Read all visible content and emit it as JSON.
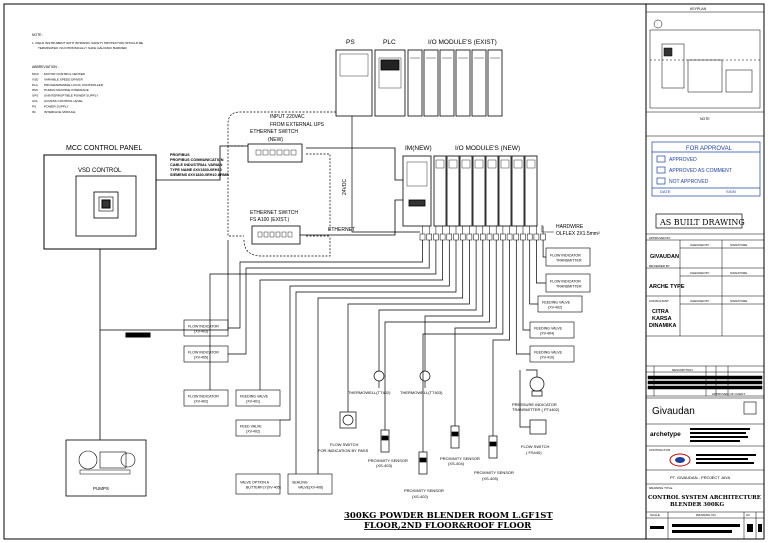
{
  "notes": {
    "header": "NOTE :",
    "item": "1.    FIELD INSTRUMENT WITH INTRINSIC SAFETY PROTECTION SHOULD BE",
    "item_cont": "TERMINATED VIA INTRINSICALLY SAFE GALVANIC BARRIER"
  },
  "abbreviation": {
    "header": "ABBREVIATION :",
    "items": [
      {
        "code": "MCC",
        "text": "MOTOR CONTROL CENTER"
      },
      {
        "code": "VSD",
        "text": "VARIABLE SPEED DRIVER"
      },
      {
        "code": "PLC",
        "text": "PROGRAMMABLE LOGIC CONTROLLER"
      },
      {
        "code": "HMI",
        "text": "HUMAN MACHINE INTERFACE"
      },
      {
        "code": "UPS",
        "text": "UNINTERRUPTIBLE POWER SUPPLY"
      },
      {
        "code": "ACL",
        "text": "ACCESS CONTROL LEVEL"
      },
      {
        "code": "PS",
        "text": "POWER SUPPLY"
      },
      {
        "code": "IM",
        "text": "INTERFACE MODULE"
      }
    ]
  },
  "labels": {
    "ps": "PS",
    "plc": "PLC",
    "io_exist": "I/O MODULE'S (EXIST)",
    "im_new": "IM(NEW)",
    "io_new": "I/O MODULE'S (NEW)",
    "input": "INPUT 220VAC",
    "from_ups": "FROM EXTERNAL UPS",
    "eth_switch_new": "ETHERNET SWITCH",
    "eth_switch_new_sub": "(NEW)",
    "eth_switch_exist": "ETHERNET SWITCH",
    "eth_switch_exist_sub": "FS A100 (EXIST.)",
    "ethernet": "ETHERNET",
    "vdc": "24VDC",
    "mcc_panel": "MCC CONTROL PANEL",
    "vsd_control": "VSD CONTROL",
    "profibus_1": "PROFIBUS",
    "profibus_2": "PROFIBUS COMMUNICATION",
    "profibus_3": "CABLE INDUSTRIAL VARIAN",
    "profibus_4": "TYPE NAME 6XV1830-0EH10",
    "profibus_5": "SIEMENS 6XV1830-0EH10 ARMB",
    "hardwire": "HARDWIRE",
    "olflex": "OLFLEX 2X1.5mm²",
    "cable_tag": "PROFIBUS",
    "pumps": "PUMPS"
  },
  "instruments": [
    {
      "line1": "FLOW INDICATOR",
      "line2": "TRANSMITTER"
    },
    {
      "line1": "FLOW INDICATOR",
      "line2": "TRANSMITTER"
    },
    {
      "line1": "FEEDING VALVE",
      "line2": "(XV-402)"
    },
    {
      "line1": "FEEDING VALVE",
      "line2": "(XV-404)"
    },
    {
      "line1": "FEEDING VALVE",
      "line2": "(XV-410)"
    },
    {
      "line1": "FLOW INDICATOR",
      "line2": "(XV-403)"
    },
    {
      "line1": "FLOW INDICATOR",
      "line2": "(XV-405)"
    },
    {
      "line1": "FLOW INDICATOR",
      "line2": "(XV-402)"
    },
    {
      "line1": "FEEDING VALVE",
      "line2": "(XV-401)"
    },
    {
      "line1": "FEED VALVE",
      "line2": "(XV-402)"
    },
    {
      "line1": "VALVE OPTION A",
      "line2": "BUTTERFLY(XV-405)"
    },
    {
      "line1": "SEALING",
      "line2": "VALVE(XV-406)"
    }
  ],
  "field": {
    "thermo1": "THERMOWELL(TT402)",
    "thermo2": "THERMOWELL(TT403)",
    "pressure1": "PRESSURE INDICATOR",
    "pressure2": "TRANSMITTER ( PT4402)",
    "flow_switch1": "FLOW SWITCH",
    "flow_switch2": "FOR INDICATION BY PASS",
    "prox1a": "PROXIMITY SENSOR",
    "prox1b": "(XS-403)",
    "prox2a": "PROXIMITY SENSOR",
    "prox2b": "(XS-404)",
    "prox3a": "PROXIMITY SENSOR",
    "prox3b": "(XS-405)",
    "prox4a": "PROXIMITY SENSOR",
    "prox4b": "(XS-402)",
    "fs_right1": "FLOW SWITCH",
    "fs_right2": "( FS440)"
  },
  "title": {
    "line1": "300KG POWDER BLENDER ROOM L.GF1ST",
    "line2": "FLOOR,2ND FLOOR&ROOF FLOOR"
  },
  "titleblock": {
    "keyplan": "KEYPLAN",
    "note": "NOTE",
    "approval_title": "FOR APPROVAL",
    "approved": "APPROVED",
    "approved_comment": "APPROVED AS COMMENT",
    "not_approved": "NOT APPROVED",
    "date": "DATE",
    "sign": "SIGN",
    "as_built": "AS BUILT DRAWING",
    "approved_by": "APPROVED BY",
    "checked_by": "CHECKED BY",
    "signature": "SIGNATURE",
    "company1": "GIVAUDAN",
    "reviewed_by": "REVIEWED BY",
    "company2": "ARCHE TYPE",
    "consultant": "CONSULTANT",
    "company3a": "CITRA",
    "company3b": "KARSA",
    "company3c": "DINAMIKA",
    "rev_header": "DESCRIPTION",
    "approved_of_client": "APPROVED OF CLIENT",
    "logo_givaudan": "Givaudan",
    "logo_archetype": "archetype",
    "contractor": "CONTRACTOR",
    "project": "PT. GIVAUDAN - PROJECT JAYA",
    "drawing_title_hdr": "DRAWING TITLE",
    "drawing_title1": "CONTROL SYSTEM ARCHITECTURE",
    "drawing_title2": "BLENDER 300KG",
    "scale": "SCALE",
    "drawing_no": "DRAWING NO.",
    "sheet": "A3"
  }
}
